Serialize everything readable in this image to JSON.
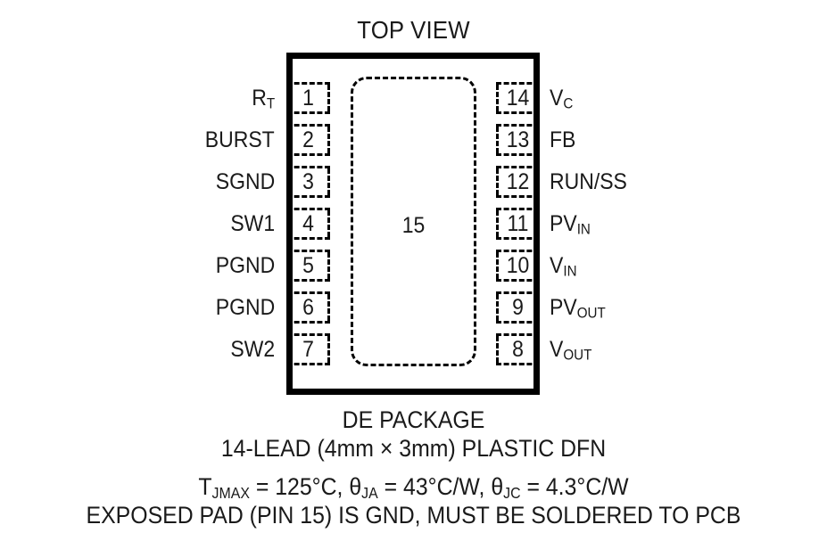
{
  "diagram": {
    "title": "TOP VIEW",
    "exposed_pad_number": "15",
    "package_outline_color": "#000000",
    "background_color": "#ffffff",
    "text_color": "#1a1a1a"
  },
  "pins": {
    "left": [
      {
        "number": "1",
        "name": "R",
        "sub": "T"
      },
      {
        "number": "2",
        "name": "BURST",
        "sub": ""
      },
      {
        "number": "3",
        "name": "SGND",
        "sub": ""
      },
      {
        "number": "4",
        "name": "SW1",
        "sub": ""
      },
      {
        "number": "5",
        "name": "PGND",
        "sub": ""
      },
      {
        "number": "6",
        "name": "PGND",
        "sub": ""
      },
      {
        "number": "7",
        "name": "SW2",
        "sub": ""
      }
    ],
    "right": [
      {
        "number": "14",
        "name": "V",
        "sub": "C"
      },
      {
        "number": "13",
        "name": "FB",
        "sub": ""
      },
      {
        "number": "12",
        "name": "RUN/SS",
        "sub": ""
      },
      {
        "number": "11",
        "name": "PV",
        "sub": "IN"
      },
      {
        "number": "10",
        "name": "V",
        "sub": "IN"
      },
      {
        "number": "9",
        "name": "PV",
        "sub": "OUT"
      },
      {
        "number": "8",
        "name": "V",
        "sub": "OUT"
      }
    ]
  },
  "caption": {
    "line1": "DE PACKAGE",
    "line2": "14-LEAD (4mm × 3mm) PLASTIC DFN",
    "line3_prefix": "T",
    "line3_sub1": "JMAX",
    "line3_mid1": " = 125°C, θ",
    "line3_sub2": "JA",
    "line3_mid2": " = 43°C/W, θ",
    "line3_sub3": "JC",
    "line3_end": " = 4.3°C/W",
    "line4": "EXPOSED PAD (PIN 15) IS GND, MUST BE SOLDERED TO PCB"
  }
}
